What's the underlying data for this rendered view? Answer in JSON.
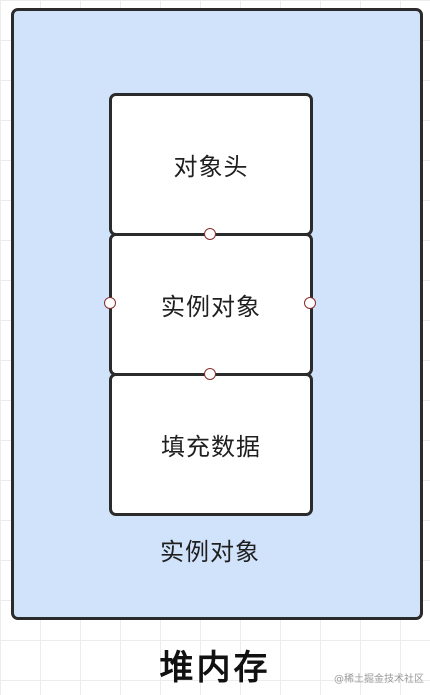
{
  "diagram": {
    "blocks": [
      "对象头",
      "实例对象",
      "填充数据"
    ],
    "group_caption": "实例对象",
    "title": "堆内存"
  },
  "watermark": "@稀土掘金技术社区",
  "colors": {
    "heap_fill": "#d1e3fb",
    "border": "#2b2b2b",
    "block_fill": "#ffffff",
    "handle_border": "#8b2e2e"
  }
}
